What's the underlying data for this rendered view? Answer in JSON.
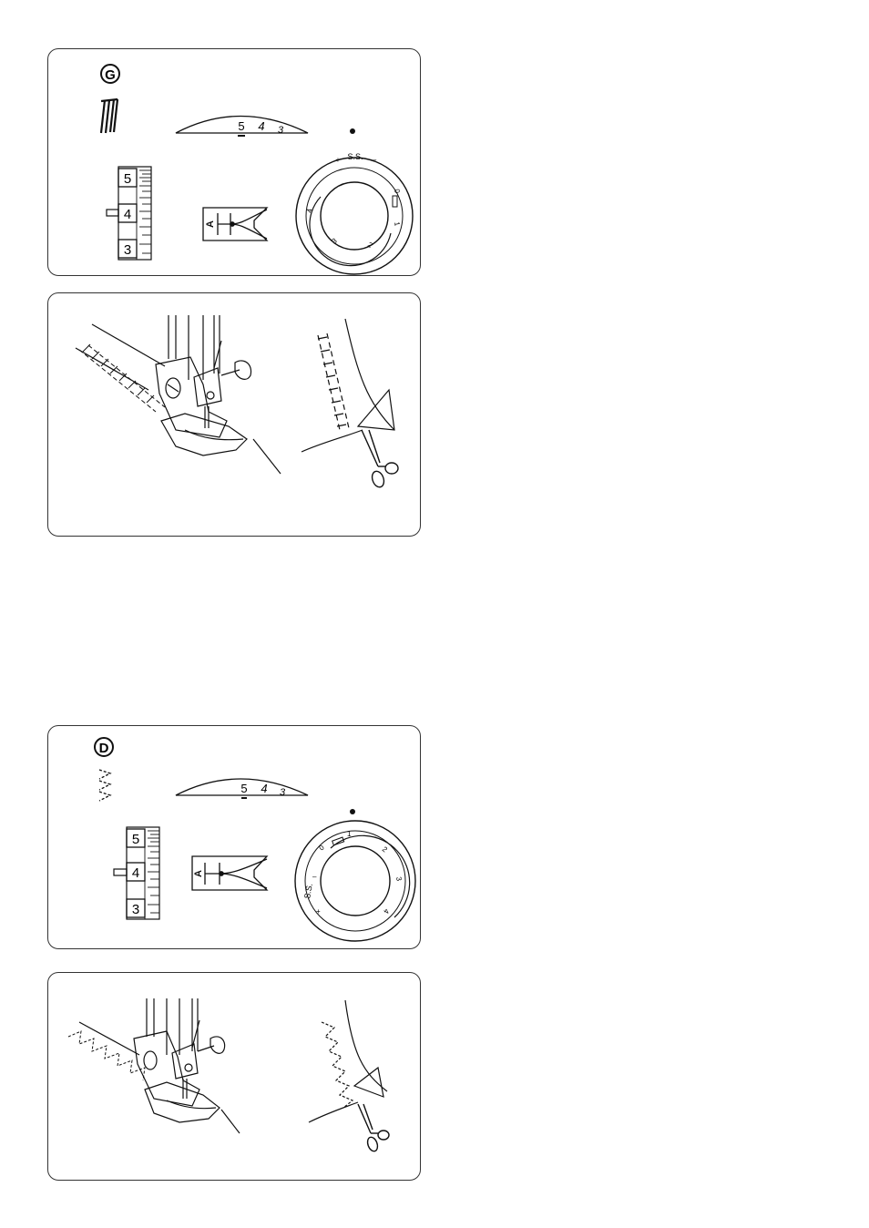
{
  "panel_g": {
    "pattern_letter": "G",
    "length_dial_values": [
      "5",
      "4",
      "3"
    ],
    "width_scale_values": [
      "5",
      "4",
      "3"
    ],
    "foot_letter": "A",
    "stitch_dial": {
      "top_label": "S.S.",
      "plus": "+",
      "minus": "–",
      "numbers": [
        "0",
        "1",
        "2",
        "3",
        "4"
      ]
    }
  },
  "panel_d": {
    "pattern_letter": "D",
    "length_dial_values": [
      "5",
      "4",
      "3"
    ],
    "width_scale_values": [
      "5",
      "4",
      "3"
    ],
    "foot_letter": "A",
    "stitch_dial": {
      "top_label": "S.S.",
      "plus": "+",
      "minus": "–",
      "numbers": [
        "0",
        "1",
        "2",
        "3",
        "4"
      ]
    }
  },
  "icons": {
    "pattern_g": "straight-stitch-pattern-icon",
    "pattern_d": "zigzag-stitch-pattern-icon",
    "foot": "presser-foot-a-icon",
    "scissors": "scissors-icon"
  }
}
